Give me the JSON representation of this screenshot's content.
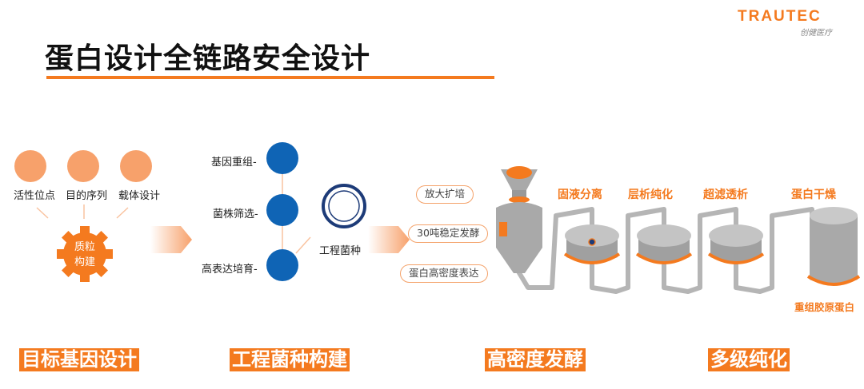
{
  "header": {
    "title": "蛋白设计全链路安全设计",
    "logo": "TRAUTEC",
    "logo_sub": "创健医疗"
  },
  "gene_design": {
    "items": [
      "活性位点",
      "目的序列",
      "载体设计"
    ],
    "center": [
      "质粒",
      "构建"
    ]
  },
  "strain": {
    "items": [
      "基因重组-",
      "菌株筛选-",
      "高表达培育-"
    ],
    "result": "工程菌种"
  },
  "fermentation": {
    "labels": [
      "放大扩培",
      "30吨稳定发酵",
      "蛋白高密度表达"
    ]
  },
  "purification": {
    "steps": [
      "固液分离",
      "层析纯化",
      "超滤透析",
      "蛋白干燥"
    ],
    "product": "重组胶原蛋白"
  },
  "stages": [
    "目标基因设计",
    "工程菌种构建",
    "高密度发酵",
    "多级纯化"
  ],
  "colors": {
    "accent": "#f47a1f",
    "blue": "#0f64b5",
    "gray": "#a9a9a9"
  }
}
